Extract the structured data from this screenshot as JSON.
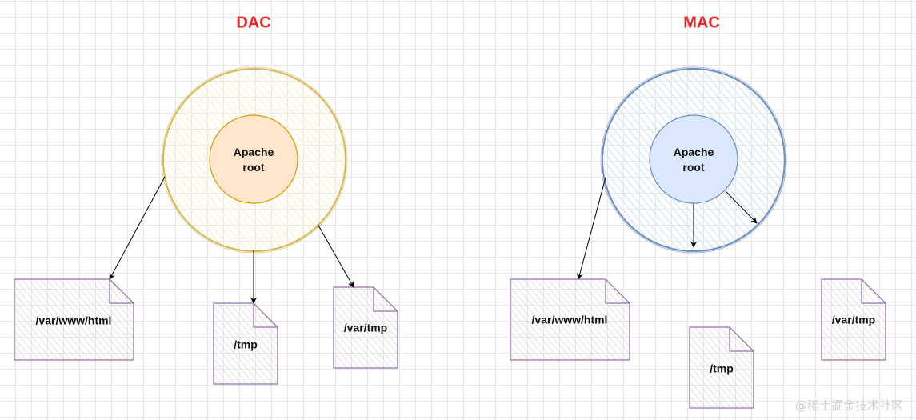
{
  "panels": {
    "dac": {
      "title": "DAC",
      "process_label": "Apache\nroot",
      "files": [
        "/var/www/html",
        "/tmp",
        "/var/tmp"
      ]
    },
    "mac": {
      "title": "MAC",
      "process_label": "Apache\nroot",
      "files": [
        "/var/www/html",
        "/tmp",
        "/var/tmp"
      ]
    }
  },
  "colors": {
    "title": "#e8262a",
    "dac_ring_stroke": "#d6b656",
    "dac_ring_fill": "#fff2cc",
    "dac_core_fill": "#ffe6cc",
    "dac_core_stroke": "#d79b00",
    "mac_ring_stroke": "#6c8ebf",
    "mac_ring_fill": "#dae8fc",
    "mac_core_fill": "#dae8fc",
    "mac_core_stroke": "#6c8ebf",
    "file_stroke": "#9673a6",
    "file_hatch": "#e1d5e7",
    "arrow": "#000000"
  },
  "watermark": "@稀土掘金技术社区"
}
